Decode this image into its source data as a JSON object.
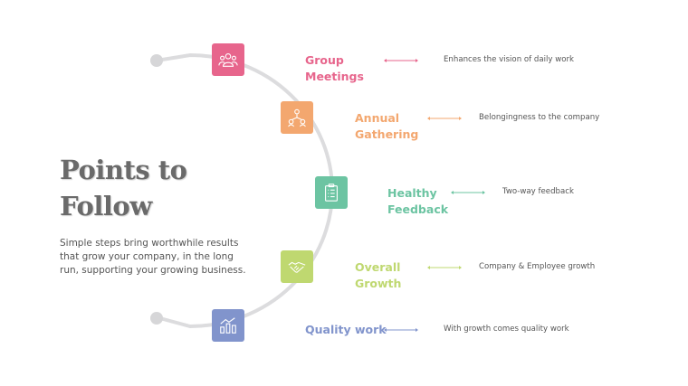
{
  "title": "Points to Follow",
  "subtitle": "Simple steps bring worthwhile results that grow your company, in the long run, supporting your growing business.",
  "colors": {
    "arc": "#dcdcde",
    "pink": "#e7658c",
    "orange": "#f3a76f",
    "green": "#6cc4a2",
    "lime": "#bfd870",
    "blue": "#8194cc"
  },
  "steps": [
    {
      "label_line1": "Group",
      "label_line2": "Meetings",
      "description": "Enhances the vision of daily work",
      "icon": "group-people-icon",
      "color": "#e7658c"
    },
    {
      "label_line1": "Annual",
      "label_line2": "Gathering",
      "description": "Belongingness to the company",
      "icon": "network-people-icon",
      "color": "#f3a76f"
    },
    {
      "label_line1": "Healthy",
      "label_line2": "Feedback",
      "description": "Two-way feedback",
      "icon": "clipboard-list-icon",
      "color": "#6cc4a2"
    },
    {
      "label_line1": "Overall",
      "label_line2": "Growth",
      "description": "Company & Employee growth",
      "icon": "handshake-icon",
      "color": "#bfd870"
    },
    {
      "label_line1": "Quality work",
      "label_line2": "",
      "description": "With growth comes quality work",
      "icon": "bar-chart-icon",
      "color": "#8194cc"
    }
  ]
}
